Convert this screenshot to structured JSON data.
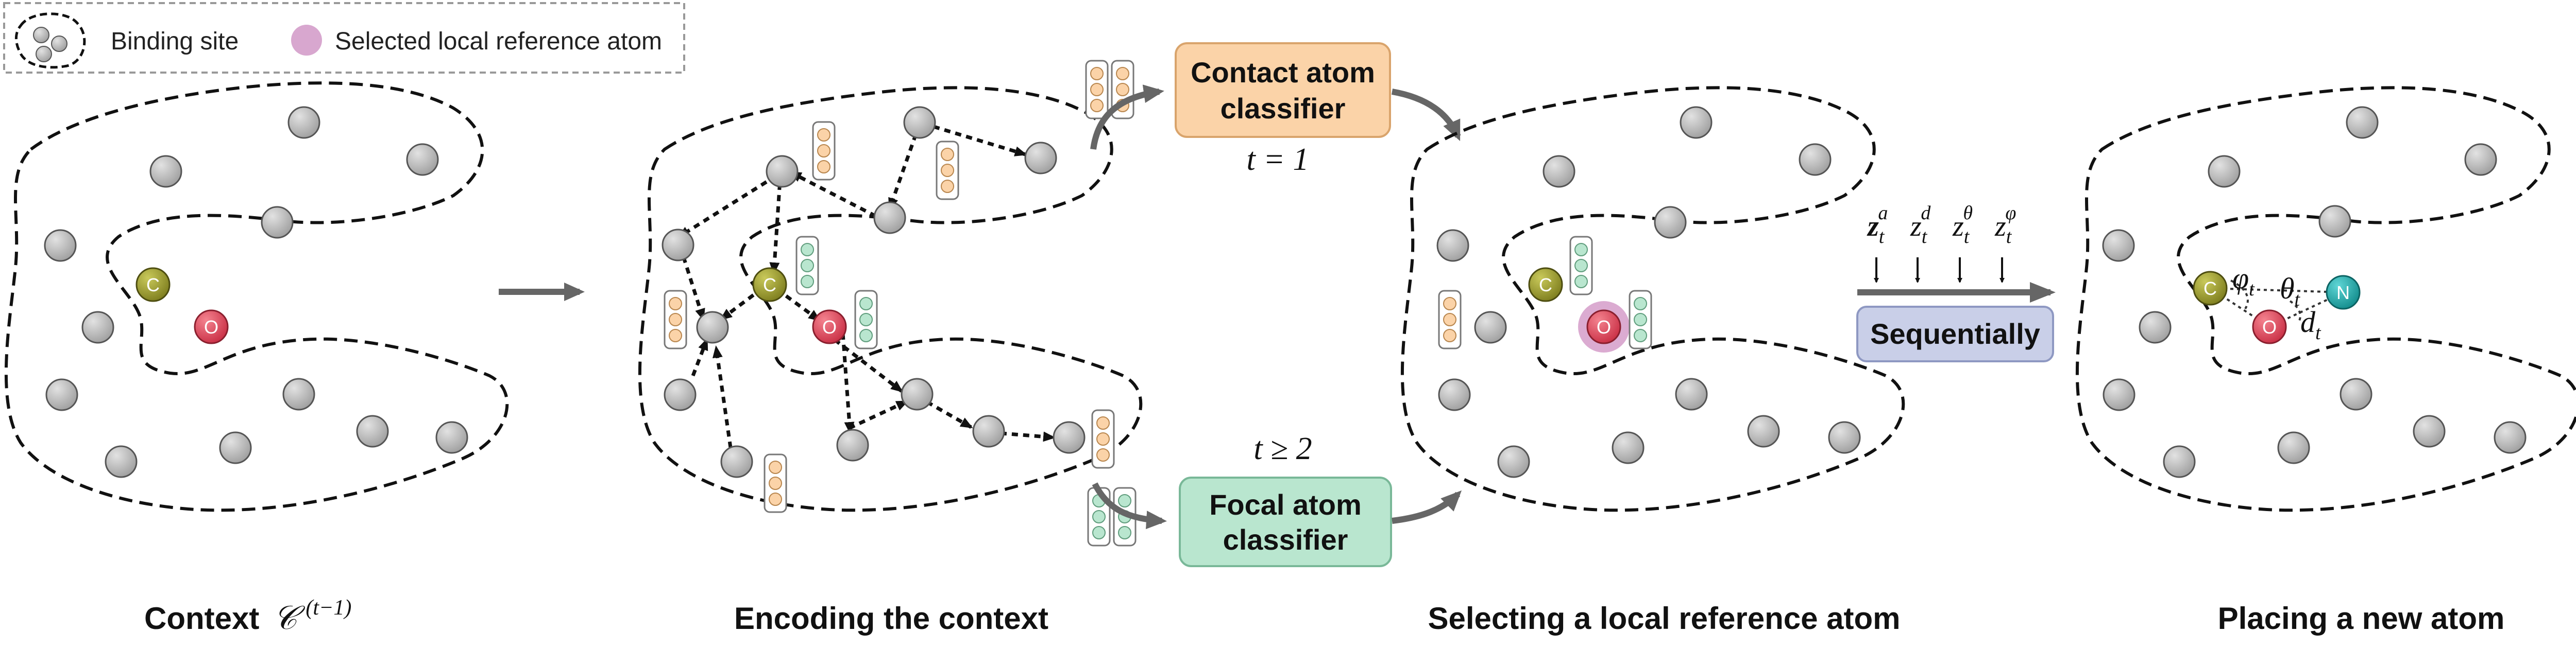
{
  "legend": {
    "binding_site": "Binding site",
    "reference_atom": "Selected local reference atom"
  },
  "panels": {
    "context": {
      "title": "Context",
      "symbol": "𝒞",
      "superscript": "(t−1)"
    },
    "encoding": {
      "title": "Encoding the context"
    },
    "selecting": {
      "title": "Selecting a local reference atom"
    },
    "placing": {
      "title": "Placing a new atom"
    }
  },
  "classifiers": {
    "contact": {
      "line1": "Contact atom",
      "line2": "classifier",
      "condition": "t = 1"
    },
    "focal": {
      "line1": "Focal atom",
      "line2": "classifier",
      "condition": "t ≥ 2"
    }
  },
  "sequential": {
    "label": "Sequentially",
    "latents": [
      {
        "base": "z",
        "sub": "t",
        "sup": "a"
      },
      {
        "base": "z",
        "sub": "t",
        "sup": "d"
      },
      {
        "base": "z",
        "sub": "t",
        "sup": "θ"
      },
      {
        "base": "z",
        "sub": "t",
        "sup": "φ"
      }
    ]
  },
  "atoms": {
    "carbon": "C",
    "oxygen": "O",
    "nitrogen": "N"
  },
  "geometry_labels": {
    "phi": "φ",
    "theta": "θ",
    "distance": "d",
    "sub": "t"
  },
  "colors": {
    "gray_atom": "#b8b8b8",
    "carbon": "#9a9a2a",
    "oxygen": "#e04a5e",
    "nitrogen": "#1fa9a9",
    "contact_box": "#fbd3a8",
    "focal_box": "#b9e6cf",
    "sequential_box": "#c9cfe8",
    "reference_glow": "#cf8fc2"
  }
}
